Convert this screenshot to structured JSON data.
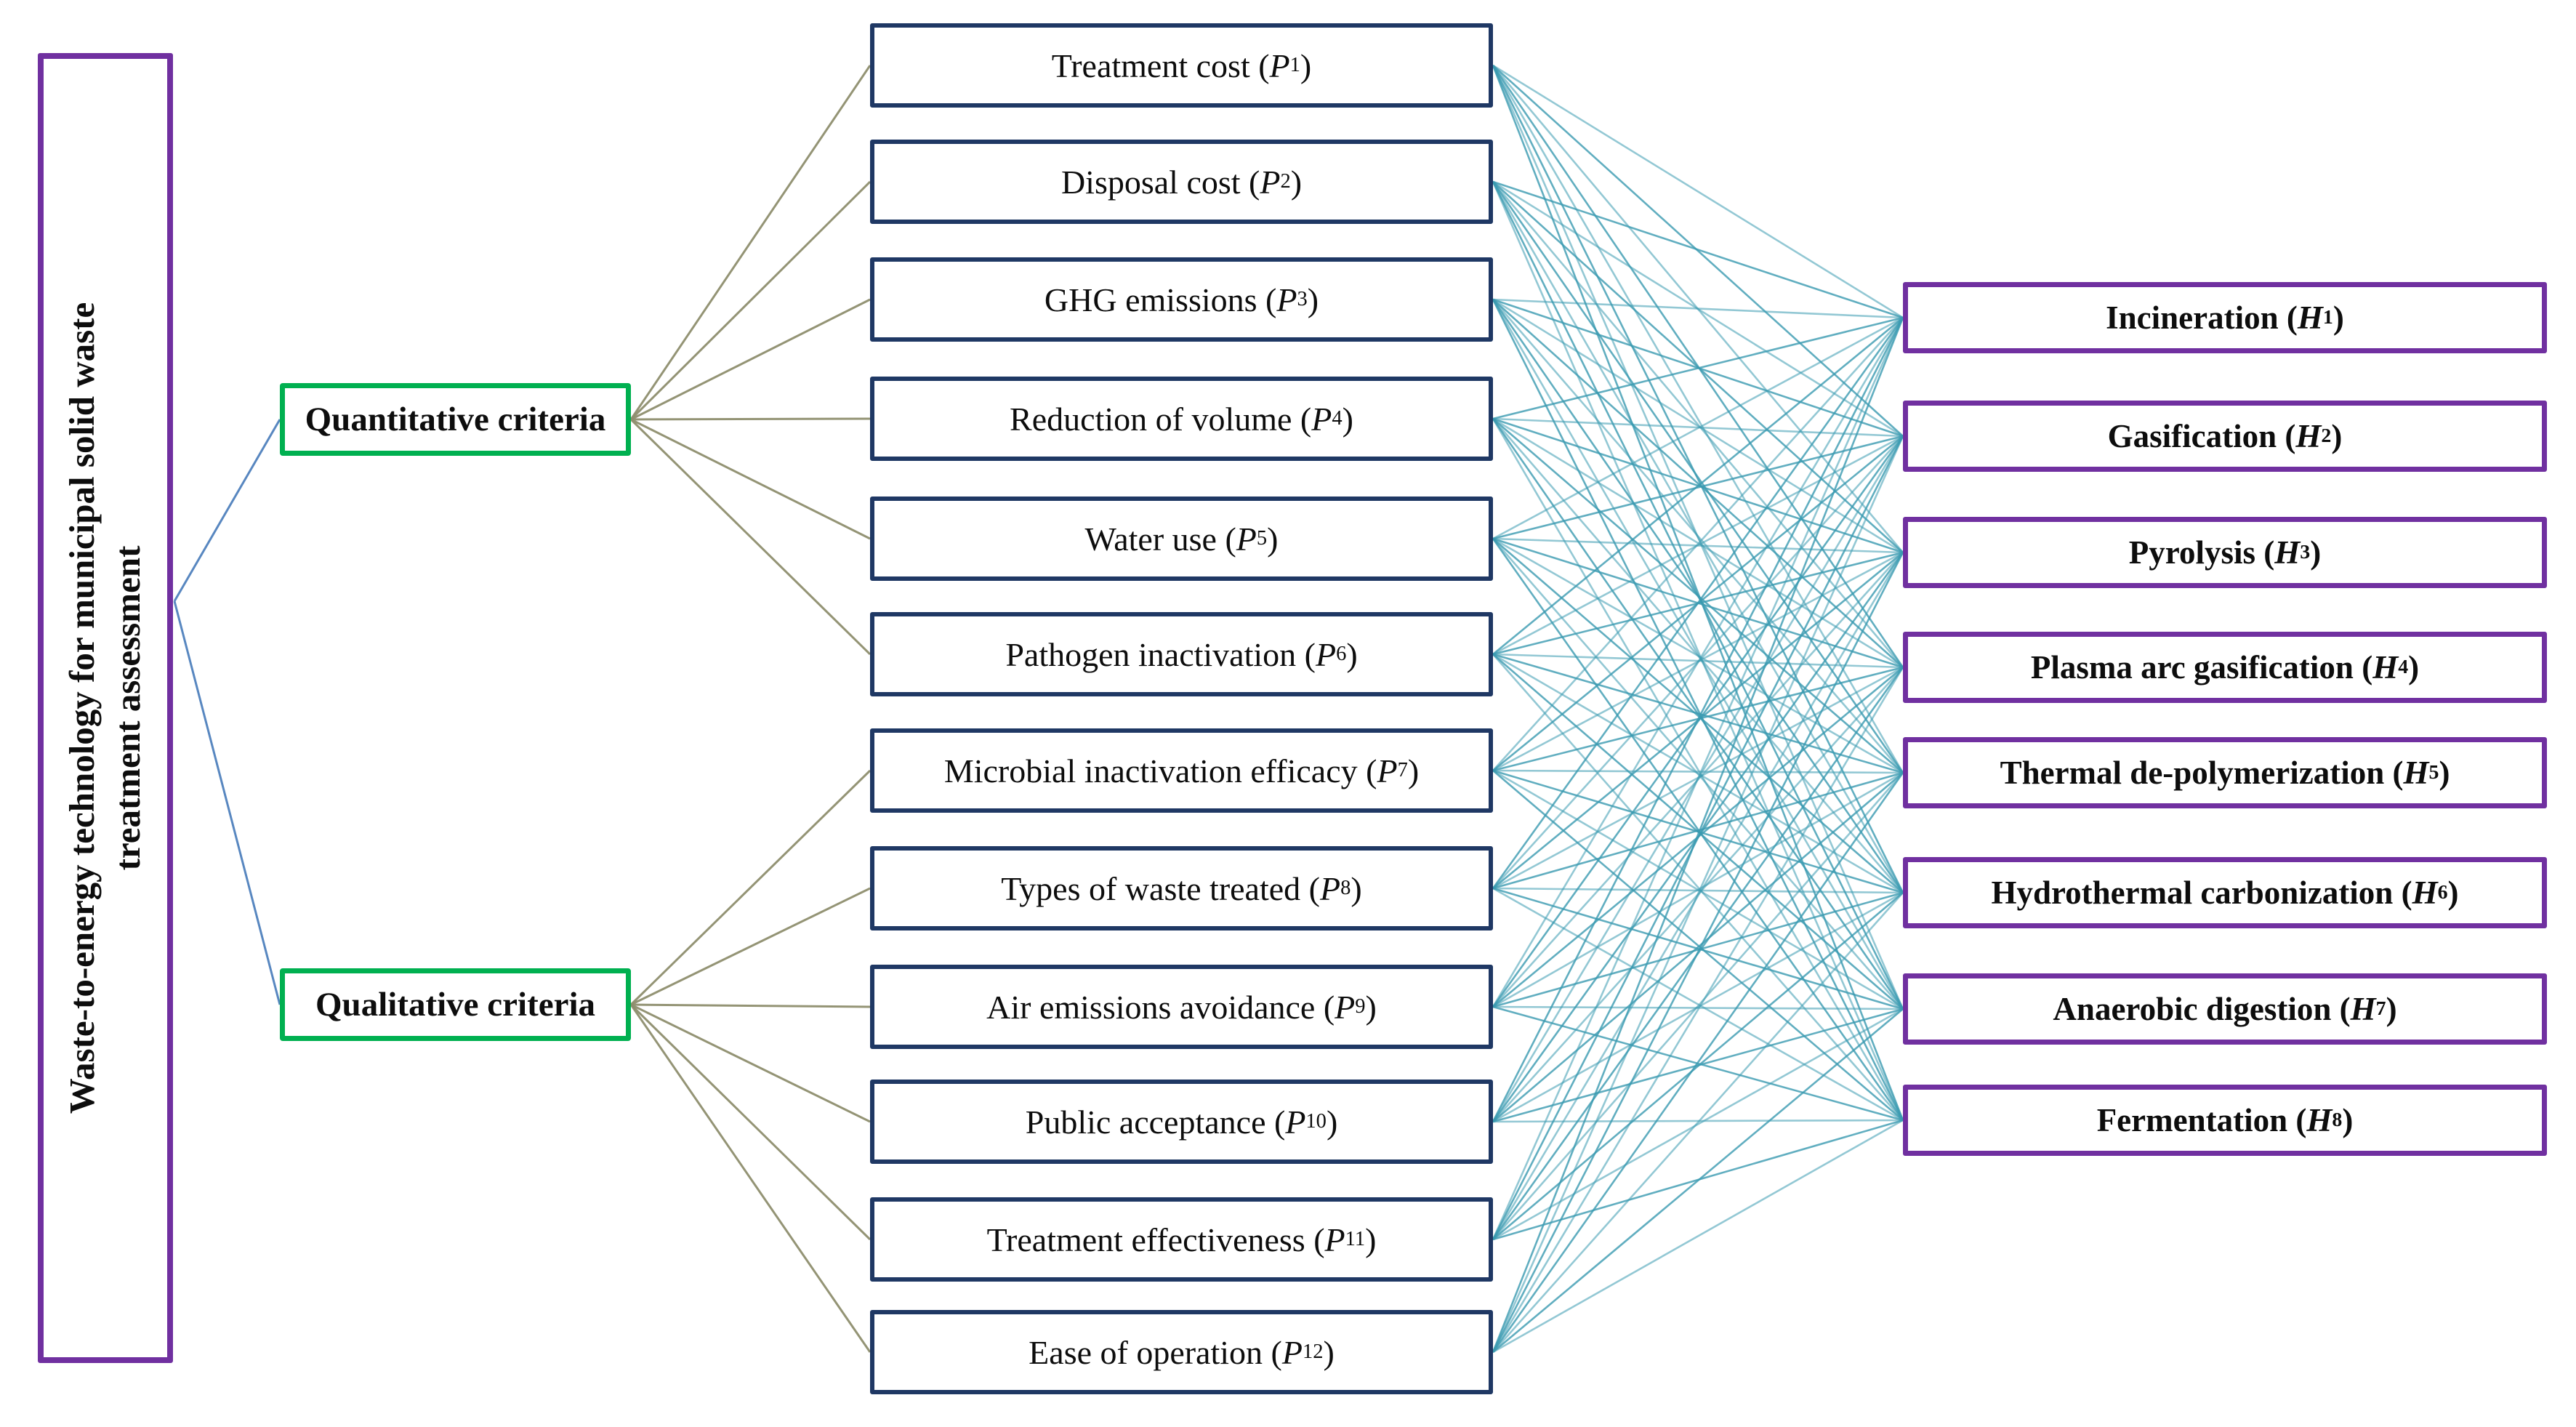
{
  "root": {
    "line1": "Waste-to-energy technology for municipal solid waste",
    "line2": "treatment assessment"
  },
  "groups": {
    "quantitative": "Quantitative criteria",
    "qualitative": "Qualitative criteria"
  },
  "criteria": [
    {
      "label": "Treatment cost",
      "symbol": "P",
      "sub": "1",
      "group": "quantitative"
    },
    {
      "label": "Disposal cost",
      "symbol": "P",
      "sub": "2",
      "group": "quantitative"
    },
    {
      "label": "GHG emissions",
      "symbol": "P",
      "sub": "3",
      "group": "quantitative"
    },
    {
      "label": "Reduction of volume",
      "symbol": "P",
      "sub": "4",
      "group": "quantitative"
    },
    {
      "label": "Water use",
      "symbol": "P",
      "sub": "5",
      "group": "quantitative"
    },
    {
      "label": "Pathogen inactivation",
      "symbol": "P",
      "sub": "6",
      "group": "quantitative"
    },
    {
      "label": "Microbial inactivation efficacy",
      "symbol": "P",
      "sub": "7",
      "group": "qualitative"
    },
    {
      "label": "Types of waste treated",
      "symbol": "P",
      "sub": "8",
      "group": "qualitative"
    },
    {
      "label": "Air emissions avoidance",
      "symbol": "P",
      "sub": "9",
      "group": "qualitative"
    },
    {
      "label": "Public acceptance",
      "symbol": "P",
      "sub": "10",
      "group": "qualitative"
    },
    {
      "label": "Treatment effectiveness",
      "symbol": "P",
      "sub": "11",
      "group": "qualitative"
    },
    {
      "label": "Ease of operation",
      "symbol": "P",
      "sub": "12",
      "group": "qualitative"
    }
  ],
  "alternatives": [
    {
      "label": "Incineration",
      "symbol": "H",
      "sub": "1"
    },
    {
      "label": "Gasification",
      "symbol": "H",
      "sub": "2"
    },
    {
      "label": "Pyrolysis",
      "symbol": "H",
      "sub": "3"
    },
    {
      "label": "Plasma arc gasification",
      "symbol": "H",
      "sub": "4"
    },
    {
      "label": "Thermal de-polymerization",
      "symbol": "H",
      "sub": "5"
    },
    {
      "label": "Hydrothermal carbonization",
      "symbol": "H",
      "sub": "6"
    },
    {
      "label": "Anaerobic digestion",
      "symbol": "H",
      "sub": "7"
    },
    {
      "label": "Fermentation",
      "symbol": "H",
      "sub": "8"
    }
  ],
  "connections": {
    "root_to_groups": [
      "quantitative",
      "qualitative"
    ],
    "quantitative_to": [
      "P1",
      "P2",
      "P3",
      "P4",
      "P5",
      "P6"
    ],
    "qualitative_to": [
      "P7",
      "P8",
      "P9",
      "P10",
      "P11",
      "P12"
    ],
    "criteria_to_alternatives": "complete bipartite (every P connects to every H)"
  },
  "colors": {
    "root_border": "#7030a0",
    "group_border": "#00b050",
    "criteria_border": "#1f3864",
    "alternative_border": "#7030a0",
    "root_link": "#4f81bd",
    "group_fan_link": "#8e8e6e",
    "mesh_link": "#3a9ab0",
    "text": "#0d0d0d",
    "background": "#ffffff"
  }
}
